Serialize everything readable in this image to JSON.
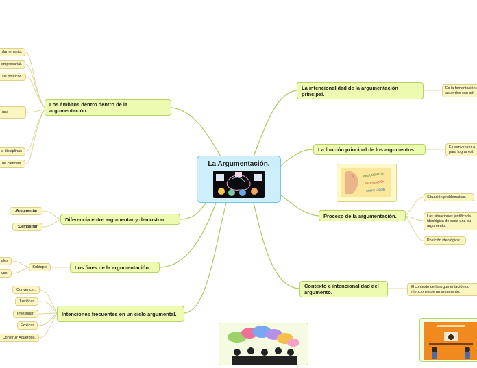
{
  "central": {
    "title": "La Argumentación.",
    "image_icon": "brain-people-collage-image"
  },
  "left_branches": {
    "ambitos": {
      "label": "Los ámbitos dentro dentro de la argumentación.",
      "children": [
        "rlamentario.",
        "empresarial.",
        "sis políticos.",
        "una",
        "e disciplinas",
        "de ciencias."
      ]
    },
    "diferencia": {
      "label": "Diferencia entre argumentar y demostrar.",
      "children": [
        ":Argumentar",
        ":Demostrar"
      ]
    },
    "fines": {
      "label": "Los fines de la argumentación.",
      "subtopic": "Subtopic",
      "children": [
        "ales",
        "ivos."
      ]
    },
    "intenciones": {
      "label": "Intenciones frecuentes en un ciclo argumental.",
      "children": [
        "Convencer.",
        "Justificar.",
        "Investigar.",
        "Explicar.",
        "Construir Acuerdos."
      ]
    }
  },
  "right_branches": {
    "intencionalidad": {
      "label": "La intencionalidad de la argumentación principal.",
      "child": "Es la fomentación de acuerdos con crit"
    },
    "funcion": {
      "label": "La función principal de los argumentos:",
      "child": "Es convencer a para lograr est"
    },
    "proceso": {
      "label": "Proceso de la argumentación.",
      "image_icon": "hand-thinking-image",
      "image_words": [
        "ARGUMENTOS",
        "PROPOSICIÓN",
        "CONCLUSIÓN"
      ],
      "children": [
        "Situación problemática.",
        "Las situaciones justificada ideológica de cada uno pu argumento.",
        "Posición ideológica:"
      ]
    },
    "contexto": {
      "label": "Contexto e intencionalidad del argumento.",
      "child": "El contexto de la argumentación co intenciones de un argumento."
    }
  },
  "bottom_images": {
    "bubbles_icon": "speech-bubbles-image",
    "office_icon": "office-meeting-image"
  },
  "colors": {
    "central_fill": "#cdeefb",
    "central_border": "#78c3e6",
    "main_fill": "#edfbb0",
    "main_border": "#b5d36a",
    "sub_fill": "#fbf5c0",
    "sub_border": "#ddd08c",
    "link": "#a8cc58",
    "link_sub": "#d9cd82"
  }
}
